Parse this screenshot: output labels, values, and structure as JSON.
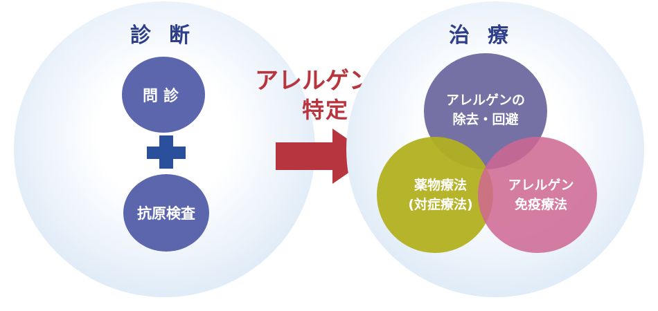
{
  "diagnosis": {
    "title": "診断",
    "steps": {
      "interview": "問診",
      "plus": "+",
      "test": "抗原検査"
    }
  },
  "arrow": {
    "line1": "アレルゲンの",
    "line2": "特定",
    "color": "#b7353e"
  },
  "treatment": {
    "title": "治療",
    "removal": {
      "line1": "アレルゲンの",
      "line2": "除去・回避"
    },
    "drug": {
      "line1": "薬物療法",
      "line2": "(対症療法)"
    },
    "immuno": {
      "line1": "アレルゲン",
      "line2": "免疫療法"
    }
  },
  "colors": {
    "title": "#2e3e8a",
    "node": "#5c66ad",
    "plus": "#2a4f9b",
    "removal": "#5e5a96",
    "drug": "#b2b020",
    "immuno": "#ce6892"
  }
}
